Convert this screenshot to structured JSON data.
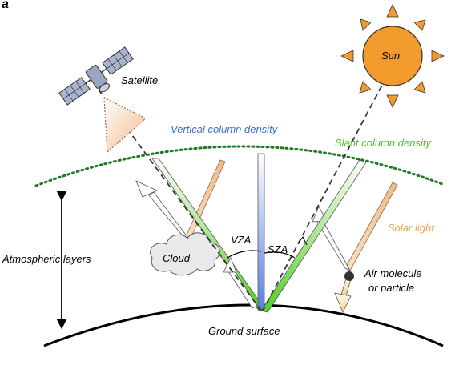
{
  "panel_letter": "a",
  "labels": {
    "satellite": "Satellite",
    "sun": "Sun",
    "vertical_column_density": "Vertical column density",
    "slant_column_density": "Slant column density",
    "solar_light": "Solar light",
    "atmospheric_layers": "Atmospheric layers",
    "cloud": "Cloud",
    "vza": "VZA",
    "sza": "SZA",
    "air_molecule_line1": "Air molecule",
    "air_molecule_line2": "or particle",
    "ground_surface": "Ground surface"
  },
  "colors": {
    "vertical_label": "#3f6fd1",
    "slant_label": "#4cc21f",
    "solar_label": "#f0a15a",
    "sun_fill": "#f39a2c",
    "atmosphere_line": "#1e7a1e",
    "solar_beam": "#f2c18e",
    "slant_beam": "#77d94a",
    "vertical_beam": "#8aa3ea"
  }
}
